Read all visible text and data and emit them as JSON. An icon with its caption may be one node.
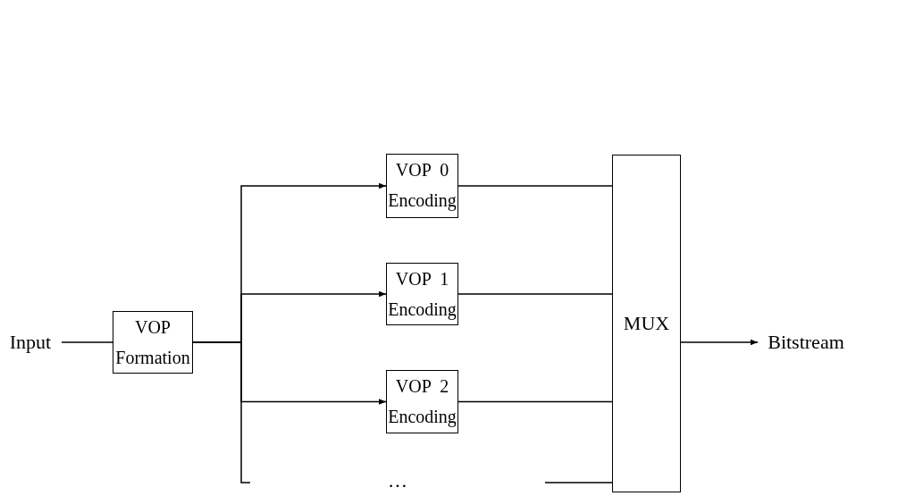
{
  "diagram": {
    "nodes": [
      {
        "text": [
          "Input"
        ]
      },
      {
        "text": [
          "VOP",
          "Formation"
        ]
      },
      {
        "text": [
          "VOP  0",
          "Encoding"
        ]
      },
      {
        "text": [
          "VOP  1",
          "Encoding"
        ]
      },
      {
        "text": [
          "VOP  2",
          "Encoding"
        ]
      },
      {
        "text": [
          "MUX"
        ]
      },
      {
        "text": [
          "Bitstream"
        ]
      }
    ],
    "edges": [
      {
        "from": 0,
        "to": 1,
        "arrow": "none"
      },
      {
        "from": 1,
        "to": 2,
        "arrow": "to"
      },
      {
        "from": 1,
        "to": 3,
        "arrow": "to"
      },
      {
        "from": 1,
        "to": 4,
        "arrow": "to"
      },
      {
        "from": 2,
        "to": 5,
        "arrow": "none"
      },
      {
        "from": 3,
        "to": 5,
        "arrow": "none"
      },
      {
        "from": 4,
        "to": 5,
        "arrow": "none"
      },
      {
        "from": 5,
        "to": 6,
        "arrow": "to"
      }
    ],
    "labels": [
      "…"
    ]
  }
}
